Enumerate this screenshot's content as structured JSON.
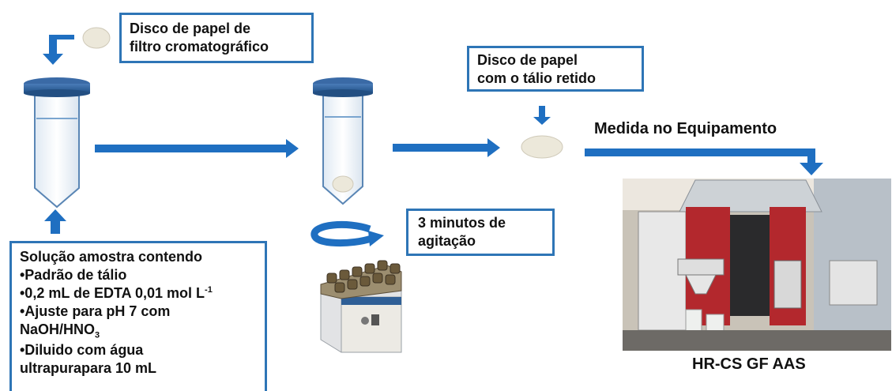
{
  "filter_disc_box": {
    "line1": "Disco  de papel de",
    "line2": "filtro cromatográfico"
  },
  "retained_disc_box": {
    "line1": "Disco de papel",
    "line2": "com o tálio retido"
  },
  "measurement_label": "Medida no  Equipamento",
  "agitation_box": {
    "line1": "3 minutos de",
    "line2": "agitação"
  },
  "sample_box": {
    "title": "Solução amostra contendo",
    "bullet1": "•Padrão de tálio",
    "bullet2_prefix": "•0,2 mL de EDTA 0,01 mol L",
    "bullet2_sup": "-1",
    "bullet3": "•Ajuste para pH 7 com",
    "bullet4_prefix": "NaOH/HNO",
    "bullet4_sub": "3",
    "bullet5": "•Diluido com água",
    "bullet6": "ultrapurapara 10 mL"
  },
  "instrument_caption": "HR-CS GF AAS",
  "colors": {
    "arrow": "#1f6fc1",
    "box_border": "#2e75b6",
    "cap": "#2f5f96",
    "disc": "#ece8da",
    "instrument_red": "#b3282d"
  }
}
